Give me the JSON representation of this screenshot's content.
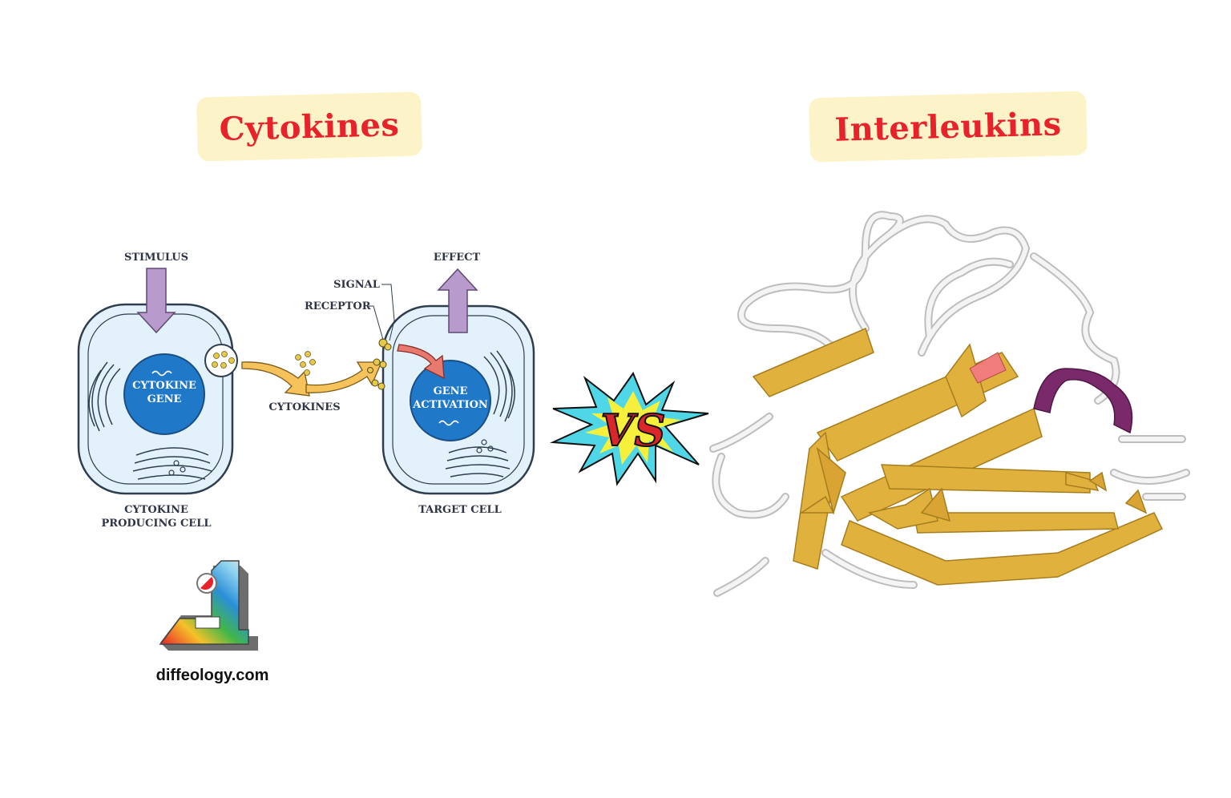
{
  "titles": {
    "left": "Cytokines",
    "right": "Interleukins",
    "bg_color": "#fdf3c8",
    "text_color": "#e8222a"
  },
  "diagram": {
    "stimulus": "STIMULUS",
    "effect": "EFFECT",
    "signal": "SIGNAL",
    "receptor": "RECEPTOR",
    "cytokines": "CYTOKINES",
    "nucleus_left_line1": "CYTOKINE",
    "nucleus_left_line2": "GENE",
    "nucleus_right_line1": "GENE",
    "nucleus_right_line2": "ACTIVATION",
    "cell_left_line1": "CYTOKINE",
    "cell_left_line2": "PRODUCING CELL",
    "cell_right": "TARGET CELL",
    "colors": {
      "cell_fill": "#e3f1fb",
      "cell_stroke": "#2f3e4e",
      "nucleus": "#1f78c8",
      "arrow_purple": "#b89bcc",
      "arrow_orange": "#f5c25c",
      "arrow_red": "#e8796f",
      "vesicle": "#e6c84b"
    }
  },
  "versus": {
    "text": "VS",
    "burst_color": "#4fd7e8",
    "inner_color": "#f6ef3c",
    "text_color": "#d9262b"
  },
  "protein": {
    "ribbon_color": "#e0b23d",
    "coil_color": "#ececec",
    "highlight_color": "#7a2a6b",
    "accent_color": "#f07c7c"
  },
  "brand": {
    "site": "diffeology.com",
    "logo_icon": "diffeology-logo-icon"
  }
}
